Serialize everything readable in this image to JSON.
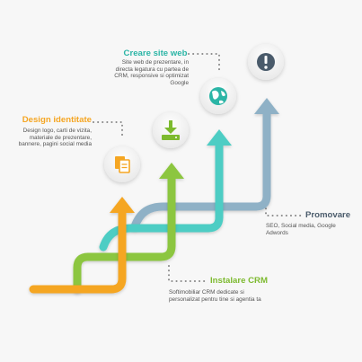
{
  "steps": [
    {
      "id": "design",
      "title": "Design identitate",
      "description": [
        "Design logo, carti de vizita,",
        "materiale de prezentare,",
        "bannere, pagini social media"
      ],
      "color": "#f5a623",
      "title_color": "#f5a623",
      "icon": "document-icon"
    },
    {
      "id": "crm",
      "title": "Instalare CRM",
      "description": [
        "Softimobiliar CRM dedicate si",
        "personalizat pentru tine si agentia ta"
      ],
      "color": "#8cc63f",
      "title_color": "#7dba2f",
      "icon": "download-icon"
    },
    {
      "id": "site",
      "title": "Creare site web",
      "description": [
        "Site web de prezentare, in",
        "directa legatura cu partea de",
        "CRM, responsive si optimizat",
        "Google"
      ],
      "color": "#4ecdc4",
      "title_color": "#2bb5a6",
      "icon": "globe-icon"
    },
    {
      "id": "promo",
      "title": "Promovare",
      "description": [
        "SEO, Social media, Google",
        "Adwords"
      ],
      "color": "#8fb1c6",
      "title_color": "#4a5b6b",
      "icon": "alert-icon"
    }
  ]
}
